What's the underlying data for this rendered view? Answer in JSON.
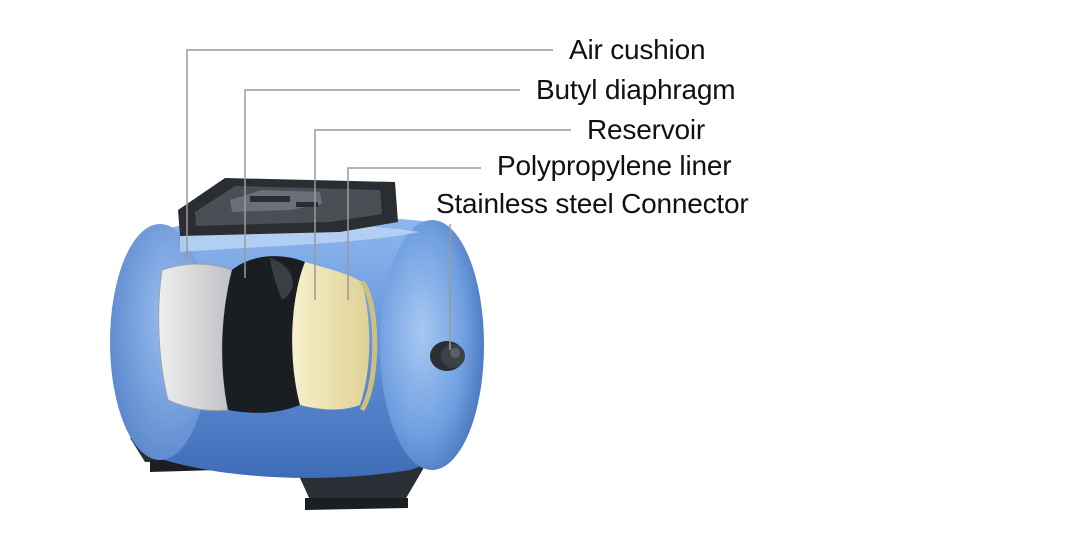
{
  "diagram": {
    "labels": [
      {
        "id": "air_cushion",
        "text": "Air cushion"
      },
      {
        "id": "butyl_diaphragm",
        "text": "Butyl diaphragm"
      },
      {
        "id": "reservoir",
        "text": "Reservoir"
      },
      {
        "id": "polypropylene_liner",
        "text": "Polypropylene liner"
      },
      {
        "id": "stainless_connector",
        "text": "Stainless steel Connector"
      }
    ],
    "colors": {
      "tank_blue": "#6f9fe0",
      "tank_highlight": "#b9d4f5",
      "tank_shadow": "#3f6cb8",
      "air_cushion": "#d6d7d9",
      "diaphragm": "#1a1d22",
      "reservoir": "#efe6b6",
      "steel": "#2a2d31",
      "leader": "#9a9a9a"
    },
    "icons": {
      "tank": "pressure-tank-illustration"
    }
  }
}
